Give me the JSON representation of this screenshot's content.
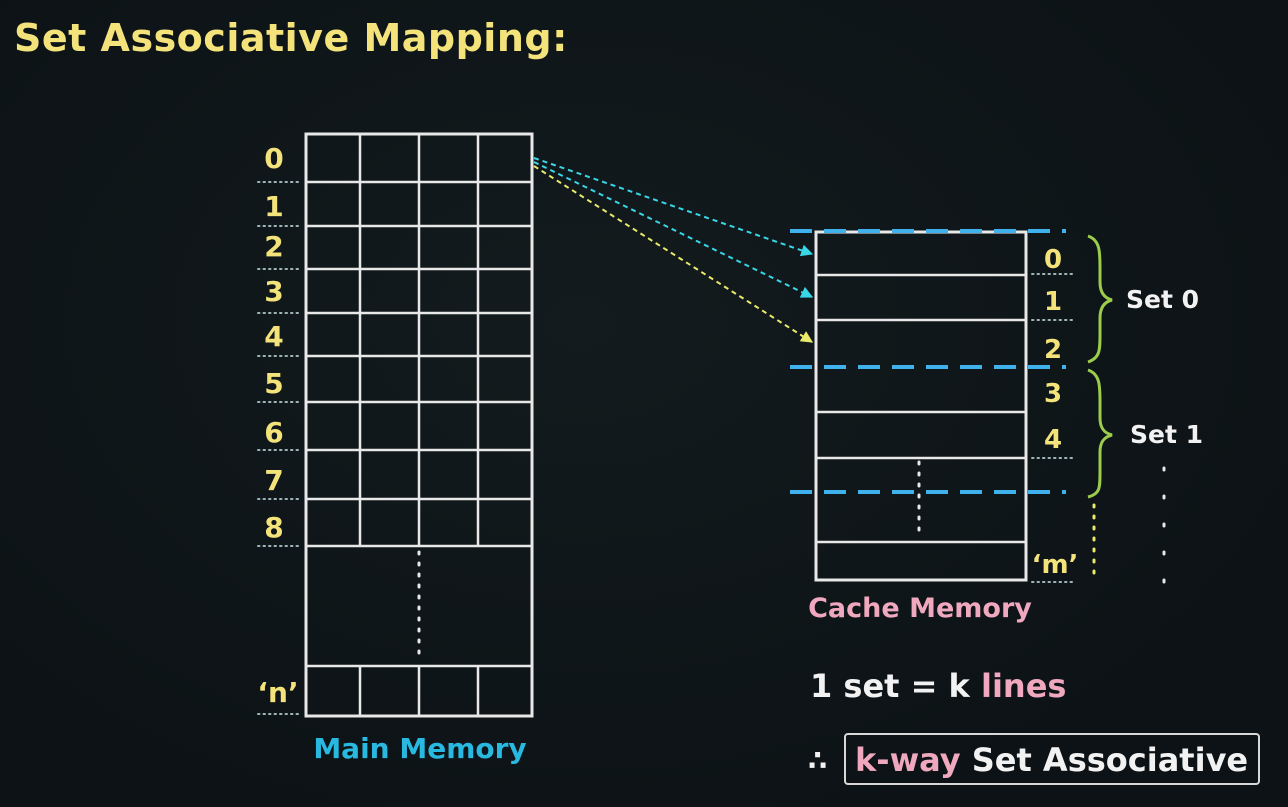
{
  "title": "Set Associative Mapping:",
  "colors": {
    "background": "#0e1417",
    "title": "#f3e37a",
    "line_number": "#f3e37a",
    "grid": "#e8e8e8",
    "main_memory_label": "#29b8e0",
    "cache_label": "#f0a8bf",
    "set_divider": "#3fb2ee",
    "brace": "#9ccc4c",
    "arrow_cyan": "#38d6e6",
    "arrow_yellow": "#eaea6a",
    "white_text": "#f2f2f2"
  },
  "main_memory": {
    "label": "Main Memory",
    "block_numbers": [
      "0",
      "1",
      "2",
      "3",
      "4",
      "5",
      "6",
      "7",
      "8"
    ],
    "last_block": "‘n’"
  },
  "cache_memory": {
    "label": "Cache Memory",
    "line_numbers": [
      "0",
      "1",
      "2",
      "3",
      "4"
    ],
    "last_line": "‘m’"
  },
  "sets": [
    {
      "label": "Set 0"
    },
    {
      "label": "Set 1"
    }
  ],
  "equation": {
    "part1": "1 set = k ",
    "part2": "lines"
  },
  "conclusion": {
    "therefore": "∴",
    "kway": "k-way",
    "rest": " Set Associative"
  }
}
